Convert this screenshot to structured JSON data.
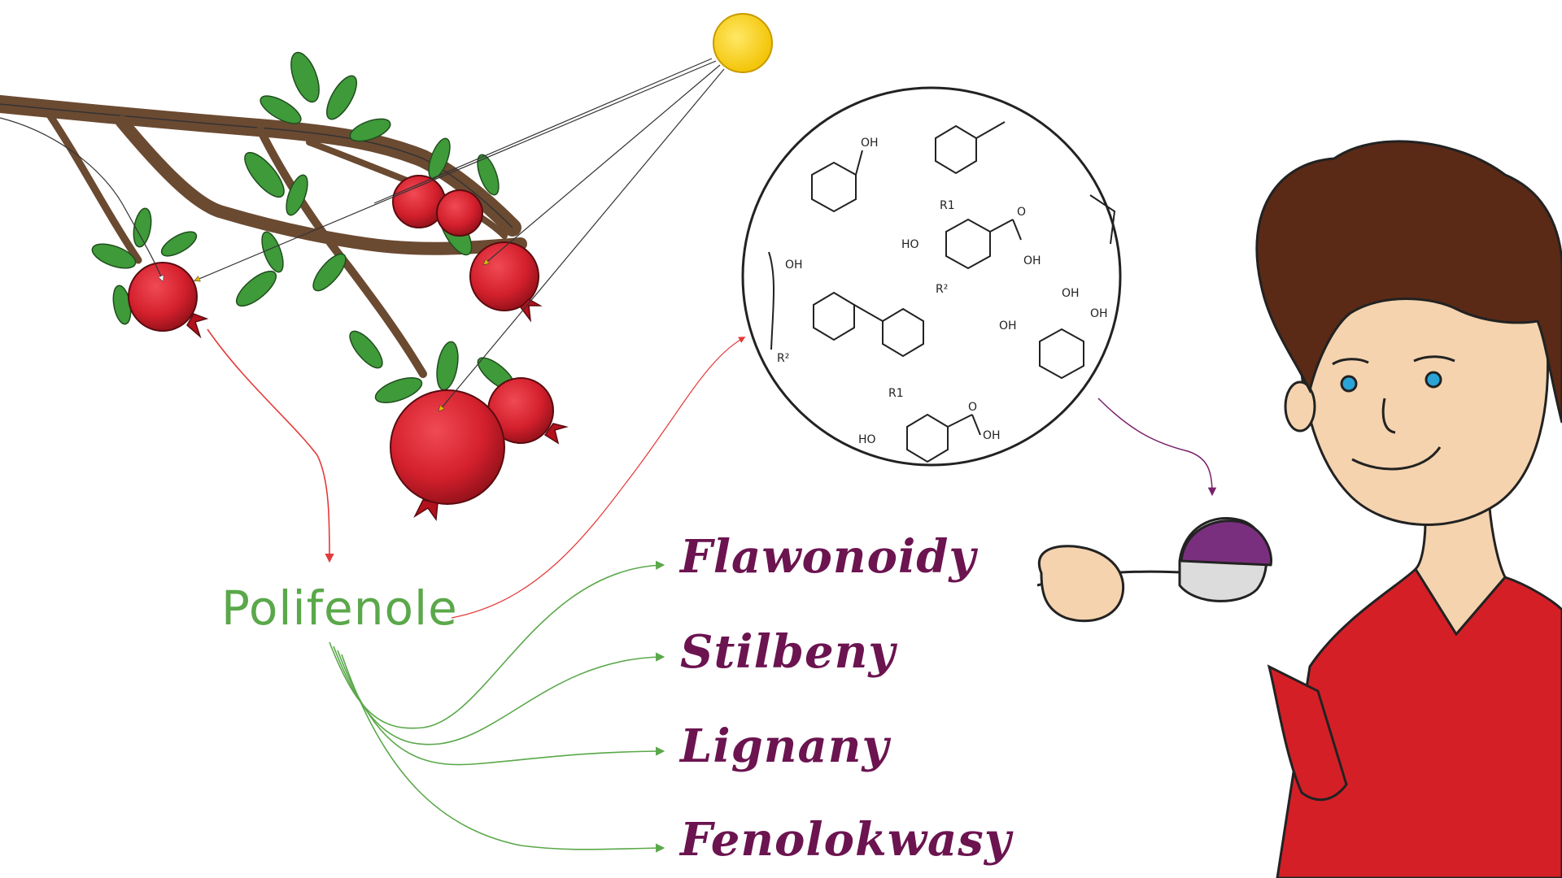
{
  "diagram": {
    "root_label": "Polifenole",
    "branches": [
      {
        "label": "Flawonoidy"
      },
      {
        "label": "Stilbeny"
      },
      {
        "label": "Lignany"
      },
      {
        "label": "Fenolokwasy"
      }
    ],
    "molecule_labels": [
      "OH",
      "R1",
      "HO",
      "O",
      "OH",
      "R²",
      "OH",
      "OH",
      "OH",
      "R1",
      "HO",
      "O",
      "OH",
      "OH",
      "R²"
    ],
    "colors": {
      "root_label": "#5aa84a",
      "branch_labels": "#6b1450",
      "root_arrow": "#e43a3a",
      "branch_arrows": "#5aa84a",
      "sun": "#ffd21f",
      "sunray_arrows": "#e0b800",
      "purple_arrow": "#7a1f6a",
      "pomegranate": "#d4202d",
      "leaf": "#3f9a3a",
      "shirt": "#d51f27",
      "hair": "#5a2a16",
      "skin": "#f4d3ae"
    },
    "icons": [
      "pomegranate-branch-icon",
      "sun-icon",
      "molecule-circle-icon",
      "person-icon",
      "spoon-icon"
    ]
  }
}
